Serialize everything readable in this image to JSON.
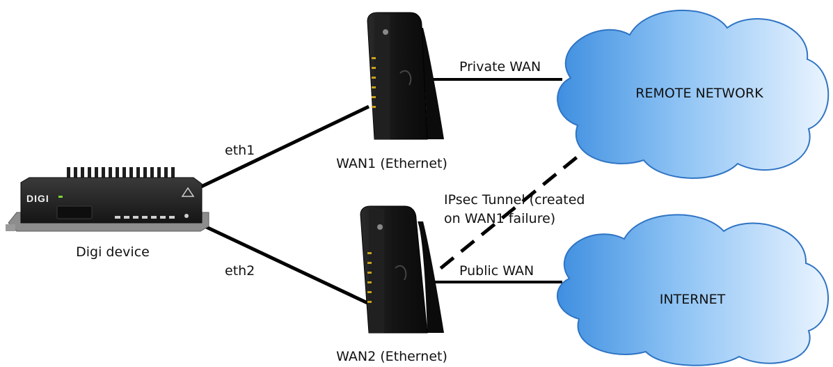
{
  "labels": {
    "digi_device": "Digi device",
    "eth1": "eth1",
    "eth2": "eth2",
    "wan1": "WAN1 (Ethernet)",
    "wan2": "WAN2 (Ethernet)",
    "private_wan": "Private WAN",
    "public_wan": "Public WAN",
    "ipsec_line1": "IPsec Tunnel (created",
    "ipsec_line2": "on WAN1 failure)",
    "remote_network": "REMOTE NETWORK",
    "internet": "INTERNET"
  },
  "device": {
    "brand": "DIGI"
  },
  "colors": {
    "cloud_light": "#eaf4ff",
    "cloud_dark": "#3f8fe0",
    "cloud_stroke": "#2f74c4",
    "modem_body": "#1b1b1b",
    "led": "#c8a21a",
    "line": "#000000"
  }
}
